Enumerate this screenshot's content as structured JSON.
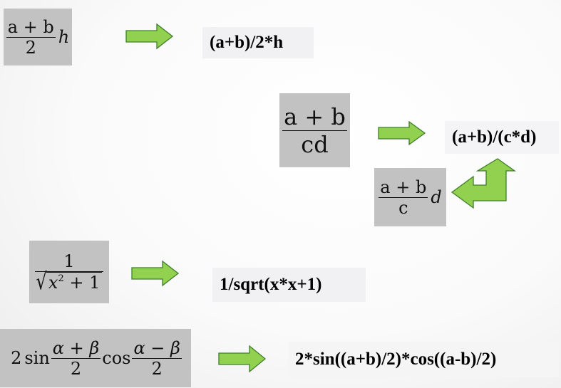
{
  "rows": [
    {
      "math": {
        "num": "a + b",
        "den": "2",
        "tail": "h"
      },
      "code": "(a+b)/2*h"
    },
    {
      "math": {
        "num": "a + b",
        "den": "cd"
      },
      "code": "(a+b)/(c*d)"
    },
    {
      "math": {
        "num": "a + b",
        "den": "c",
        "tail": "d"
      }
    },
    {
      "math": {
        "num": "1",
        "radicand_base": "x",
        "radicand_exp": "2",
        "radicand_rest": "+ 1"
      },
      "code": "1/sqrt(x*x+1)"
    },
    {
      "math": {
        "coef": "2",
        "fn1": "sin",
        "num1": "α + β",
        "den1": "2",
        "fn2": "cos",
        "num2": "α − β",
        "den2": "2"
      },
      "code": "2*sin((a+b)/2)*cos((a-b)/2)"
    }
  ],
  "colors": {
    "arrow_fill": "#92d050",
    "arrow_stroke": "#3f7f2a",
    "math_box_bg": "#c2c2c2",
    "code_box_bg": "#f1f1f3"
  },
  "icons": [
    "right-arrow-icon",
    "u-turn-arrow-icon"
  ]
}
